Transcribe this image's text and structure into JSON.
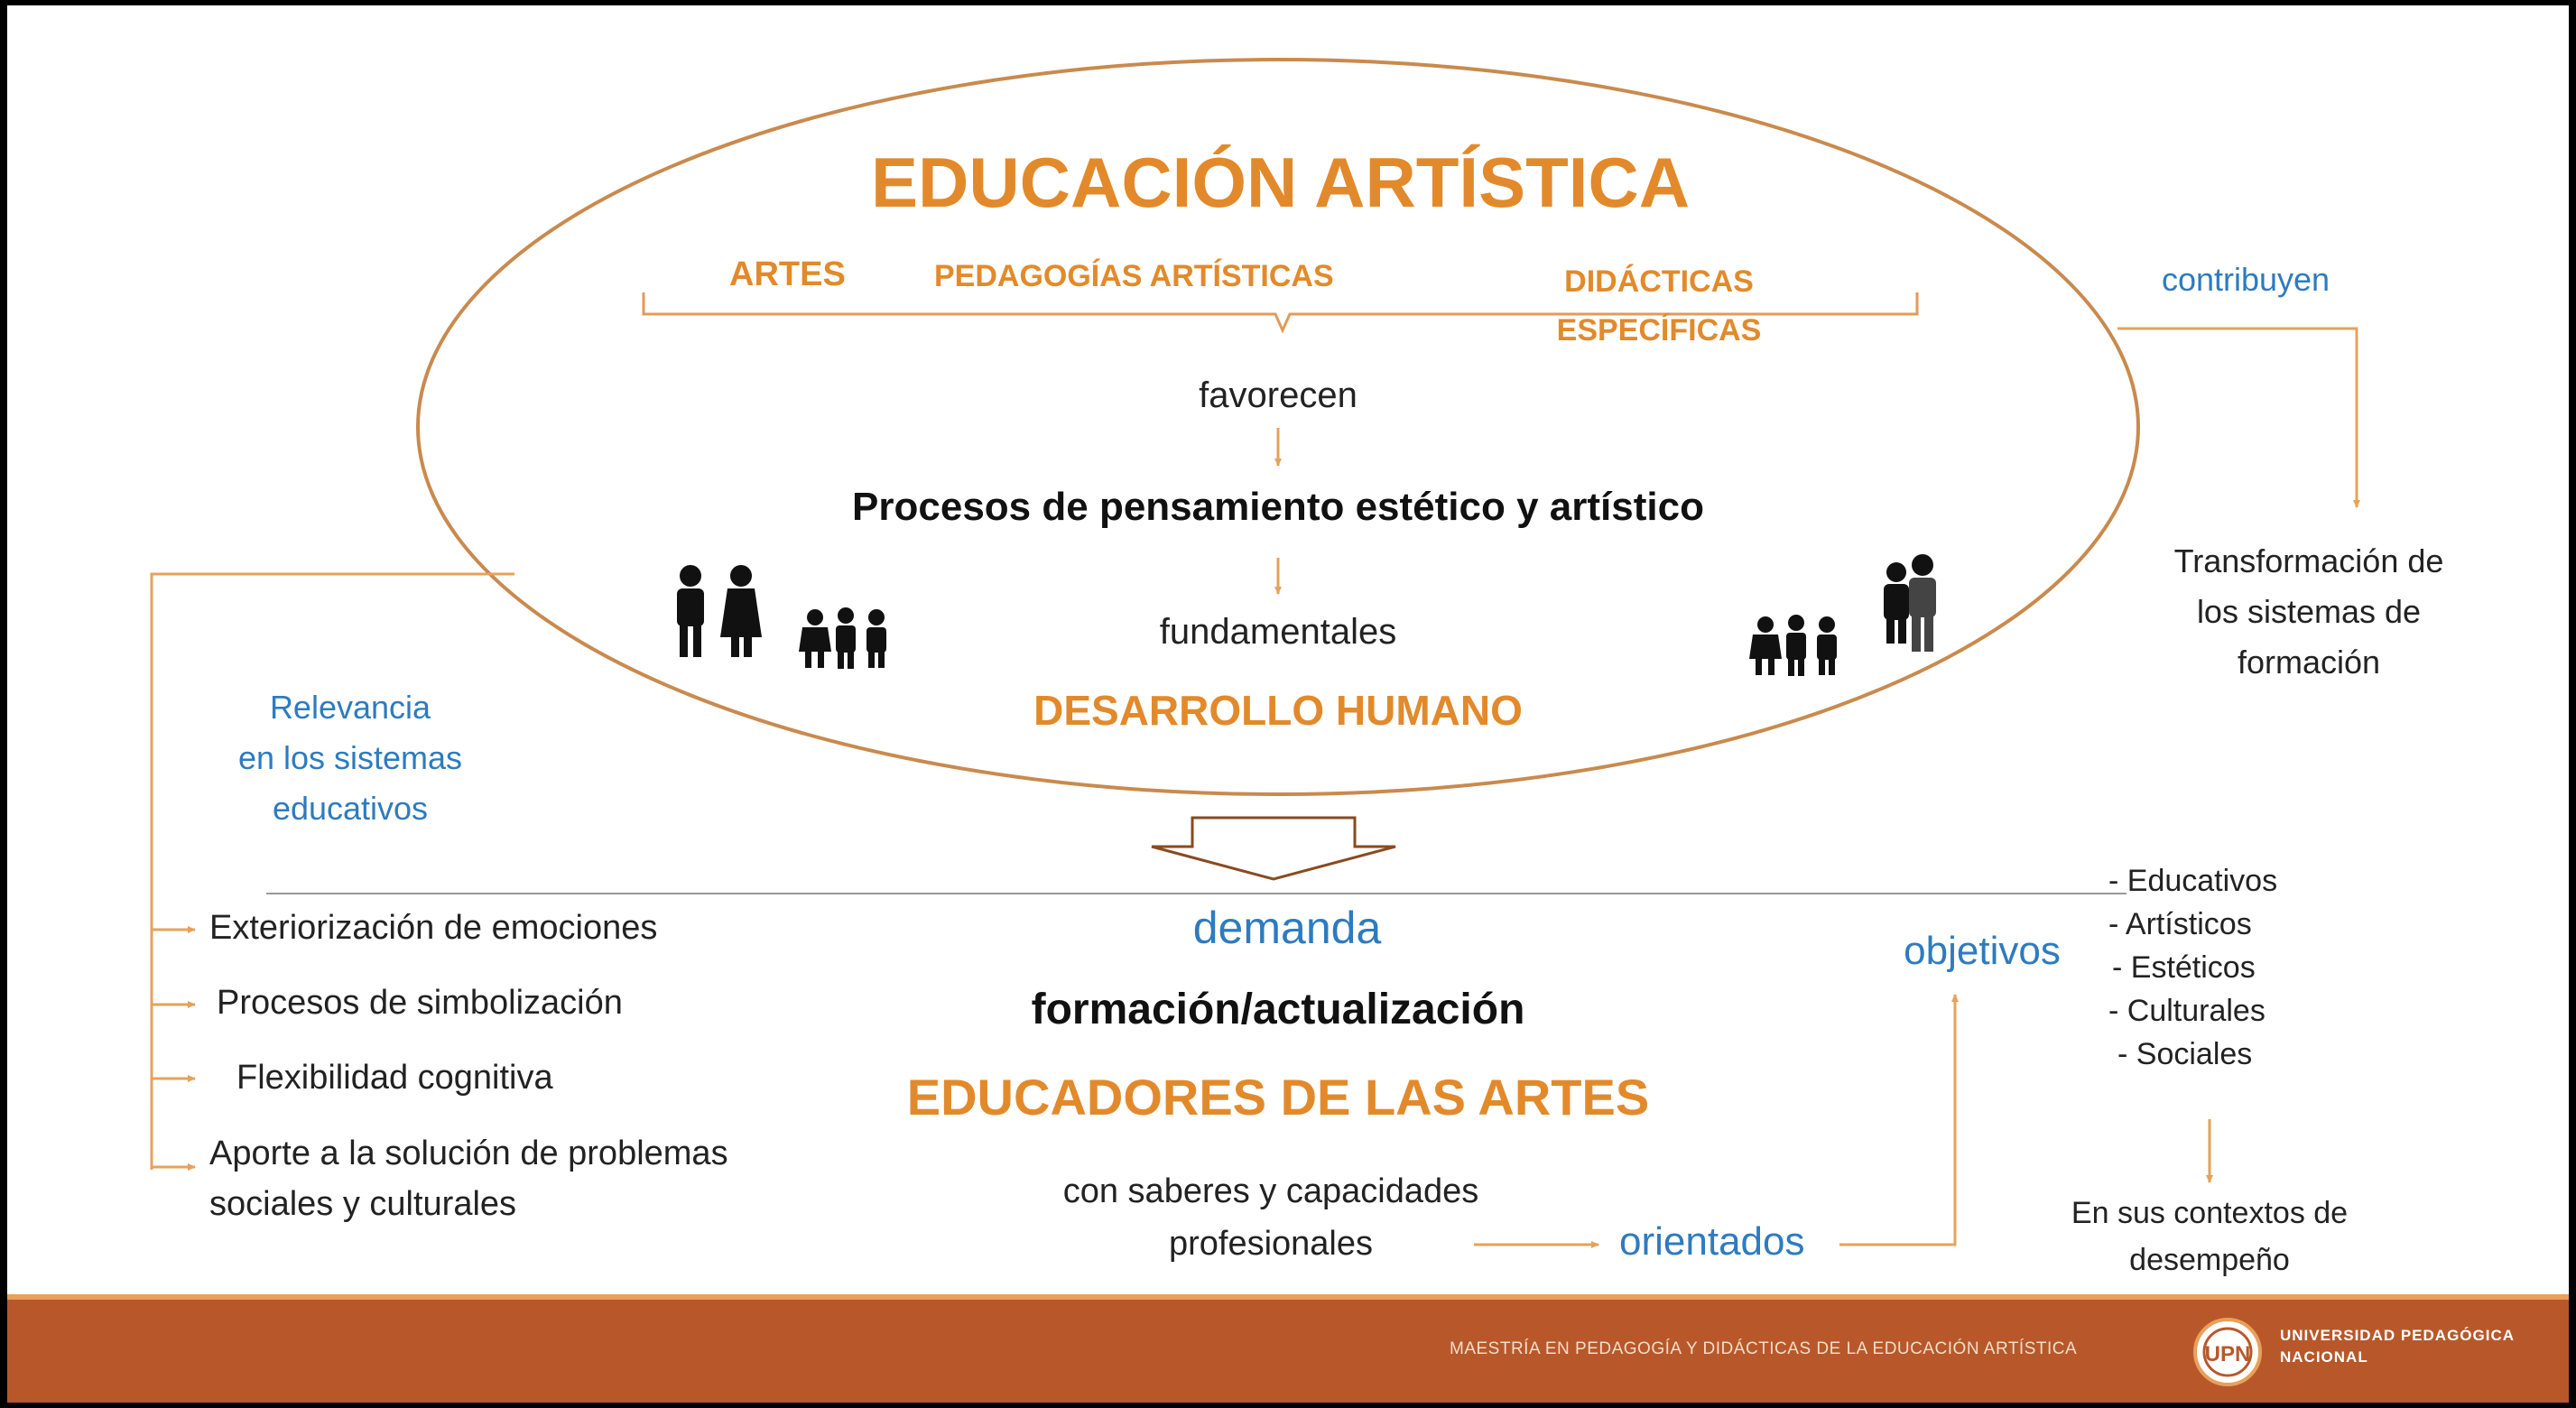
{
  "colors": {
    "accent_orange": "#e28a2b",
    "text_blue": "#2e7bbf",
    "text_dark": "#222222",
    "footer_bar": "#b8582a",
    "arrow_orange": "#e6a25a"
  },
  "oval": {
    "title": "EDUCACIÓN ARTÍSTICA",
    "components": {
      "artes": "ARTES",
      "pedagogias": "PEDAGOGÍAS ARTÍSTICAS",
      "didacticas_line1": "DIDÁCTICAS",
      "didacticas_line2": "ESPECÍFICAS"
    },
    "favorecen": "favorecen",
    "procesos": "Procesos de pensamiento estético y artístico",
    "fundamentales": "fundamentales",
    "desarrollo": "DESARROLLO HUMANO"
  },
  "right_top": {
    "contribuyen": "contribuyen",
    "transformacion": [
      "Transformación de",
      "los sistemas de",
      "formación"
    ]
  },
  "left_side": {
    "relevancia": [
      "Relevancia",
      "en los sistemas",
      "educativos"
    ],
    "items": [
      "Exteriorización de emociones",
      "Procesos de simbolización",
      "Flexibilidad cognitiva"
    ],
    "item4": [
      "Aporte a la solución de problemas",
      "sociales y culturales"
    ]
  },
  "center_bottom": {
    "demanda": "demanda",
    "formacion": "formación/actualización",
    "educadores": "EDUCADORES DE LAS ARTES",
    "saberes": [
      "con saberes y capacidades",
      "profesionales"
    ],
    "orientados": "orientados",
    "objetivos": "objetivos"
  },
  "right_bottom": {
    "objectives": [
      "- Educativos",
      "- Artísticos",
      "- Estéticos",
      "- Culturales",
      "- Sociales"
    ],
    "contextos": [
      "En sus contextos de",
      "desempeño"
    ]
  },
  "footer": {
    "program": "MAESTRÍA EN PEDAGOGÍA Y DIDÁCTICAS DE LA EDUCACIÓN ARTÍSTICA",
    "university": [
      "UNIVERSIDAD PEDAGÓGICA",
      "NACIONAL"
    ],
    "logo_initials": "UPN"
  },
  "icons": [
    "adult-pair-icon",
    "children-group-icon",
    "children-group-icon",
    "adult-pair-icon"
  ]
}
